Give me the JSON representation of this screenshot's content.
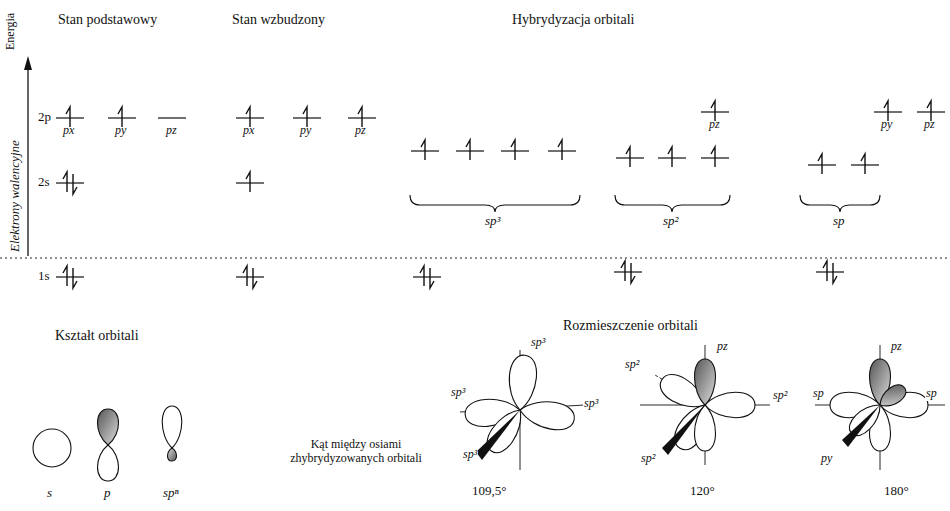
{
  "diagram": {
    "labels": [
      "Energia",
      "Elektrony walencyjne",
      "Stan podstawowy",
      "Stan wzbudzony",
      "Hybrydyzacja orbitali",
      "2p",
      "2s",
      "1s",
      "px",
      "py",
      "pz",
      "px",
      "py",
      "pz",
      "sp³",
      "sp²",
      "pz",
      "sp",
      "py",
      "pz",
      "Kształt orbitali",
      "Rozmieszczenie orbitali",
      "s",
      "p",
      "spⁿ",
      "Kąt między osiami zhybrydyzowanych orbitali",
      "109,5°",
      "120°",
      "180°",
      "sp³",
      "sp³",
      "sp³",
      "sp³",
      "sp²",
      "pz",
      "sp²",
      "sp²",
      "pz",
      "sp",
      "sp",
      "py"
    ]
  }
}
